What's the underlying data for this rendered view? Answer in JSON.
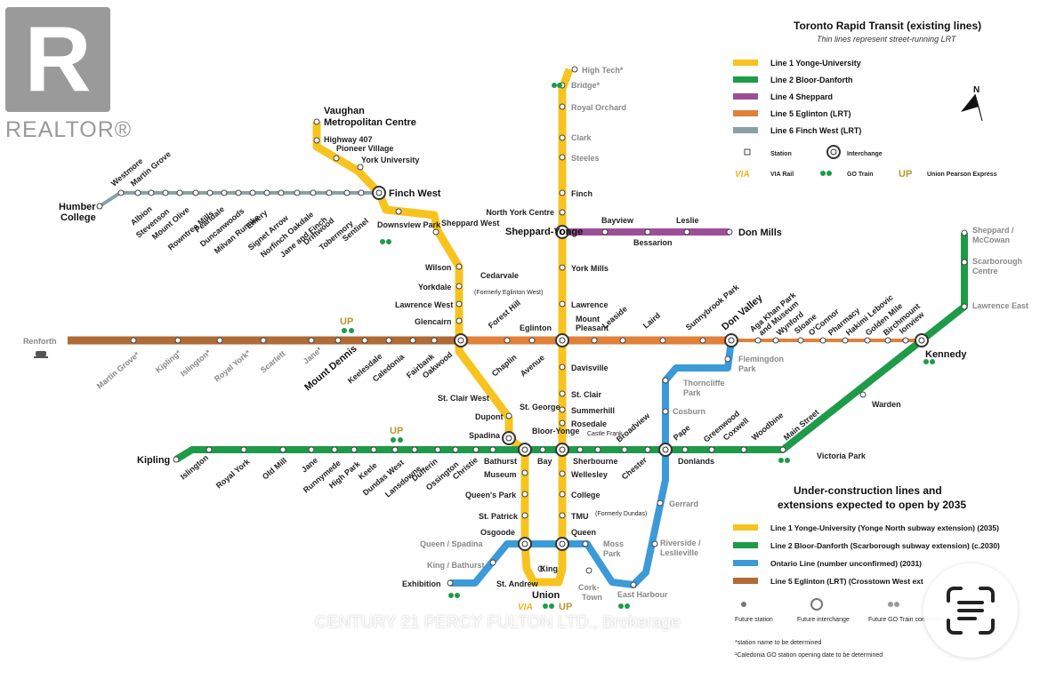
{
  "brand": {
    "logo_letter": "R",
    "logo_word": "REALTOR®",
    "logo_color": "#9a9a9a"
  },
  "watermark": "CENTURY 21 PERCY FULTON LTD., Brokerage",
  "scan_button": {
    "icon": "scan-text-icon"
  },
  "colors": {
    "line1": "#f7c41f",
    "line2": "#1e9b49",
    "line4": "#9c4e98",
    "line5": "#e0813a",
    "line6": "#8aa0a4",
    "ontario": "#3b9ad7",
    "crosstown_west": "#b06a35"
  },
  "map": {
    "title": "Toronto Rapid Transit (existing lines)",
    "subtitle": "Thin lines represent street-running LRT",
    "north": "N",
    "lines": [
      {
        "label": "Line 1 Yonge-University",
        "color": "#f7c41f"
      },
      {
        "label": "Line 2 Bloor-Danforth",
        "color": "#1e9b49"
      },
      {
        "label": "Line 4 Sheppard",
        "color": "#9c4e98"
      },
      {
        "label": "Line 5 Eglinton (LRT)",
        "color": "#e0813a"
      },
      {
        "label": "Line 6 Finch West (LRT)",
        "color": "#8aa0a4"
      }
    ],
    "symbols": {
      "station": "Station",
      "interchange": "Interchange",
      "via": "VIA Rail",
      "go": "GO Train",
      "up": "Union Pearson Express",
      "via_mark": "VIA",
      "up_mark": "UP"
    },
    "construction_title_1": "Under-construction lines and",
    "construction_title_2": "extensions expected to open by 2035",
    "construction": [
      {
        "label": "Line 1 Yonge-University (Yonge North subway extension) (2035)",
        "color": "#f7c41f"
      },
      {
        "label": "Line 2 Bloor-Danforth (Scarborough subway extension) (c.2030)",
        "color": "#1e9b49"
      },
      {
        "label": "Ontario Line (number unconfirmed) (2031)",
        "color": "#3b9ad7"
      },
      {
        "label": "Line 5 Eglinton (LRT) (Crosstown West ext",
        "color": "#b06a35"
      }
    ],
    "future_symbols": [
      "Future station",
      "Future interchange",
      "Future GO Train connection"
    ],
    "notes": [
      "*station name to be determined",
      "¹Caledonia GO station opening date to be determined"
    ],
    "stations": {
      "line1": [
        "High Tech*",
        "Bridge*",
        "Royal Orchard",
        "Clark",
        "Steeles",
        "Finch",
        "North York Centre",
        "Sheppard-Yonge",
        "York Mills",
        "Lawrence",
        "Eglinton",
        "Davisville",
        "St. Clair",
        "Summerhill",
        "Rosedale",
        "Bloor-Yonge",
        "Wellesley",
        "College",
        "TMU",
        "(Formerly Dundas)",
        "Queen",
        "King",
        "Union",
        "St. Andrew",
        "Osgoode",
        "St. Patrick",
        "Queen's Park",
        "Museum",
        "St. George",
        "Spadina",
        "Dupont",
        "St. Clair West",
        "Cedarvale",
        "(Formerly Eglinton West)",
        "Glencairn",
        "Lawrence West",
        "Yorkdale",
        "Wilson",
        "Sheppard West",
        "Downsview Park",
        "Finch West",
        "York University",
        "Pioneer Village",
        "Highway 407",
        "Vaughan",
        "Metropolitan Centre"
      ],
      "line2": [
        "Kipling",
        "Islington",
        "Royal York",
        "Old Mill",
        "Jane",
        "Runnymede",
        "High Park",
        "Keele",
        "Dundas West",
        "Lansdowne",
        "Dufferin",
        "Ossington",
        "Christie",
        "Bathurst",
        "Bay",
        "Sherbourne",
        "Castle Frank",
        "Broadview",
        "Chester",
        "Pape",
        "Donlands",
        "Greenwood",
        "Coxwell",
        "Woodbine",
        "Main Street",
        "Victoria Park",
        "Warden",
        "Kennedy",
        "Lawrence East",
        "Scarborough",
        "Centre",
        "Sheppard /",
        "McCowan"
      ],
      "line4": [
        "Bayview",
        "Bessarion",
        "Leslie",
        "Don Mills"
      ],
      "line5": [
        "Renforth",
        "Martin Grove*",
        "Kipling*",
        "Islington*",
        "Royal York*",
        "Scarlett",
        "Jane*",
        "Mount Dennis",
        "Keelesdale",
        "Caledonia",
        "Fairbank",
        "Oakwood",
        "Forest Hill",
        "Chaplin",
        "Avenue",
        "Mount",
        "Pleasant",
        "Leaside",
        "Laird",
        "Sunnybrook Park",
        "Don Valley",
        "Aga Khan Park",
        "and Museum",
        "Wynford",
        "Sloane",
        "O'Connor",
        "Pharmacy",
        "Hakimi Lebovic",
        "Golden Mile",
        "Birchmount",
        "Ionview"
      ],
      "line6": [
        "Humber",
        "College",
        "Westmore",
        "Martin Grove",
        "Albion",
        "Stevenson",
        "Mount Olive",
        "Rowntree Mills",
        "Pearldale",
        "Duncanwoods",
        "Milvan Rumike",
        "Emery",
        "Signet Arrow",
        "Norfinch Oakdale",
        "Jane and Finch",
        "Driftwood",
        "Tobermory",
        "Sentinel"
      ],
      "ontario": [
        "Exhibition",
        "King / Bathurst",
        "Queen / Spadina",
        "Moss",
        "Park",
        "Cork-",
        "Town",
        "East Harbour",
        "Riverside /",
        "Leslieville",
        "Gerrard",
        "Cosburn",
        "Thorncliffe",
        "Park",
        "Flemingdon",
        "Park"
      ]
    }
  }
}
